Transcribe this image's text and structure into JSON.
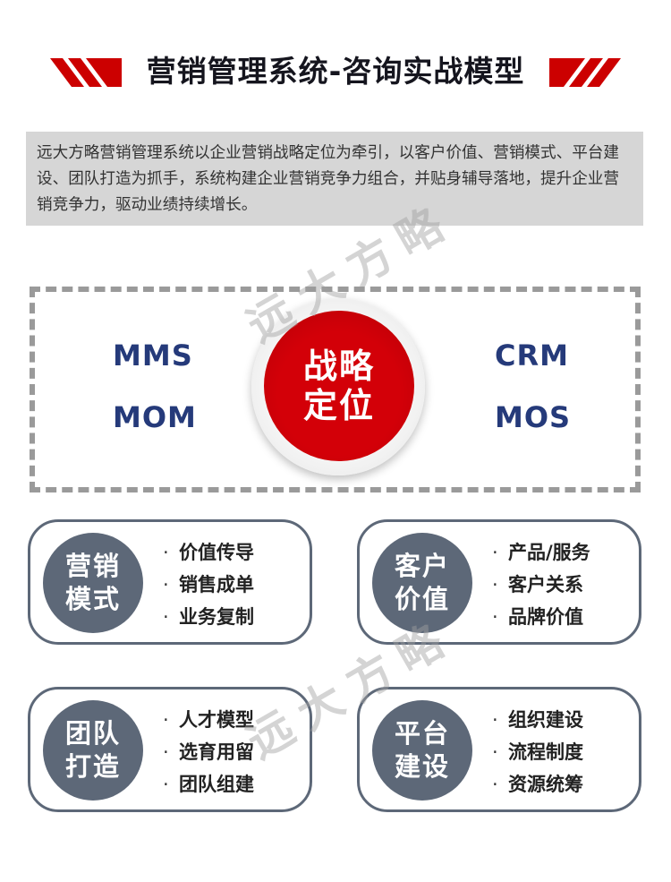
{
  "header": {
    "title": "营销管理系统-咨询实战模型",
    "accent_color": "#cc0000"
  },
  "intro": {
    "text": "远大方略营销管理系统以企业营销战略定位为牵引，以客户价值、营销模式、平台建设、团队打造为抓手，系统构建企业营销竞争力组合，并贴身辅导落地，提升企业营销竞争力，驱动业绩持续增长。"
  },
  "watermark": {
    "text": "远大方略"
  },
  "strategy": {
    "core_line1": "战略",
    "core_line2": "定位",
    "left_top": "MMS",
    "left_bottom": "MOM",
    "right_top": "CRM",
    "right_bottom": "MOS",
    "abbr_color": "#253a7a",
    "core_color": "#d30008"
  },
  "cards": [
    {
      "badge_line1": "营销",
      "badge_line2": "模式",
      "points": [
        "价值传导",
        "销售成单",
        "业务复制"
      ]
    },
    {
      "badge_line1": "客户",
      "badge_line2": "价值",
      "points": [
        "产品/服务",
        "客户关系",
        "品牌价值"
      ]
    },
    {
      "badge_line1": "团队",
      "badge_line2": "打造",
      "points": [
        "人才模型",
        "选育用留",
        "团队组建"
      ]
    },
    {
      "badge_line1": "平台",
      "badge_line2": "建设",
      "points": [
        "组织建设",
        "流程制度",
        "资源统筹"
      ]
    }
  ],
  "bullet": "·",
  "card_color": "#5d6878"
}
